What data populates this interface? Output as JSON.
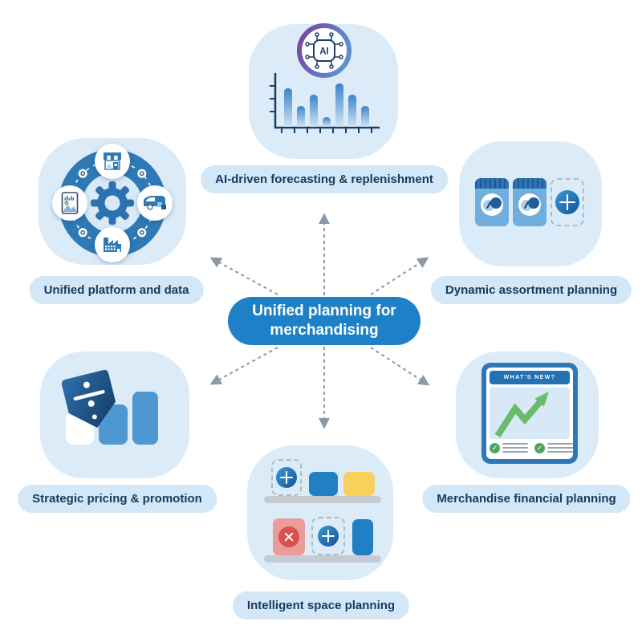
{
  "center": {
    "label": "Unified planning for merchandising"
  },
  "nodes": {
    "forecasting": {
      "label": "AI-driven forecasting & replenishment",
      "chip_text": "AI"
    },
    "platform": {
      "label": "Unified platform and data"
    },
    "assortment": {
      "label": "Dynamic assortment planning"
    },
    "financial": {
      "label": "Merchandise financial planning",
      "banner_text": "WHAT'S NEW?"
    },
    "space": {
      "label": "Intelligent space planning"
    },
    "pricing": {
      "label": "Strategic pricing & promotion"
    }
  },
  "colors": {
    "card_bg": "#DCEBF8",
    "label_bg": "#D3E7F6",
    "label_text": "#163A5F",
    "center_pill": "#1E81C8",
    "center_text": "#FFFFFF",
    "accent_blue": "#2E79B6",
    "dark_navy": "#1C3E66",
    "box_blue": "#2180C4",
    "box_yellow": "#F8D05C",
    "box_red": "#EC9B9B",
    "alert_red": "#D9504F",
    "growth_green": "#6CBA6B",
    "check_green": "#4FA65A",
    "arrow_gray": "#8B98A5",
    "ring_purple": "#7C3F9E"
  }
}
